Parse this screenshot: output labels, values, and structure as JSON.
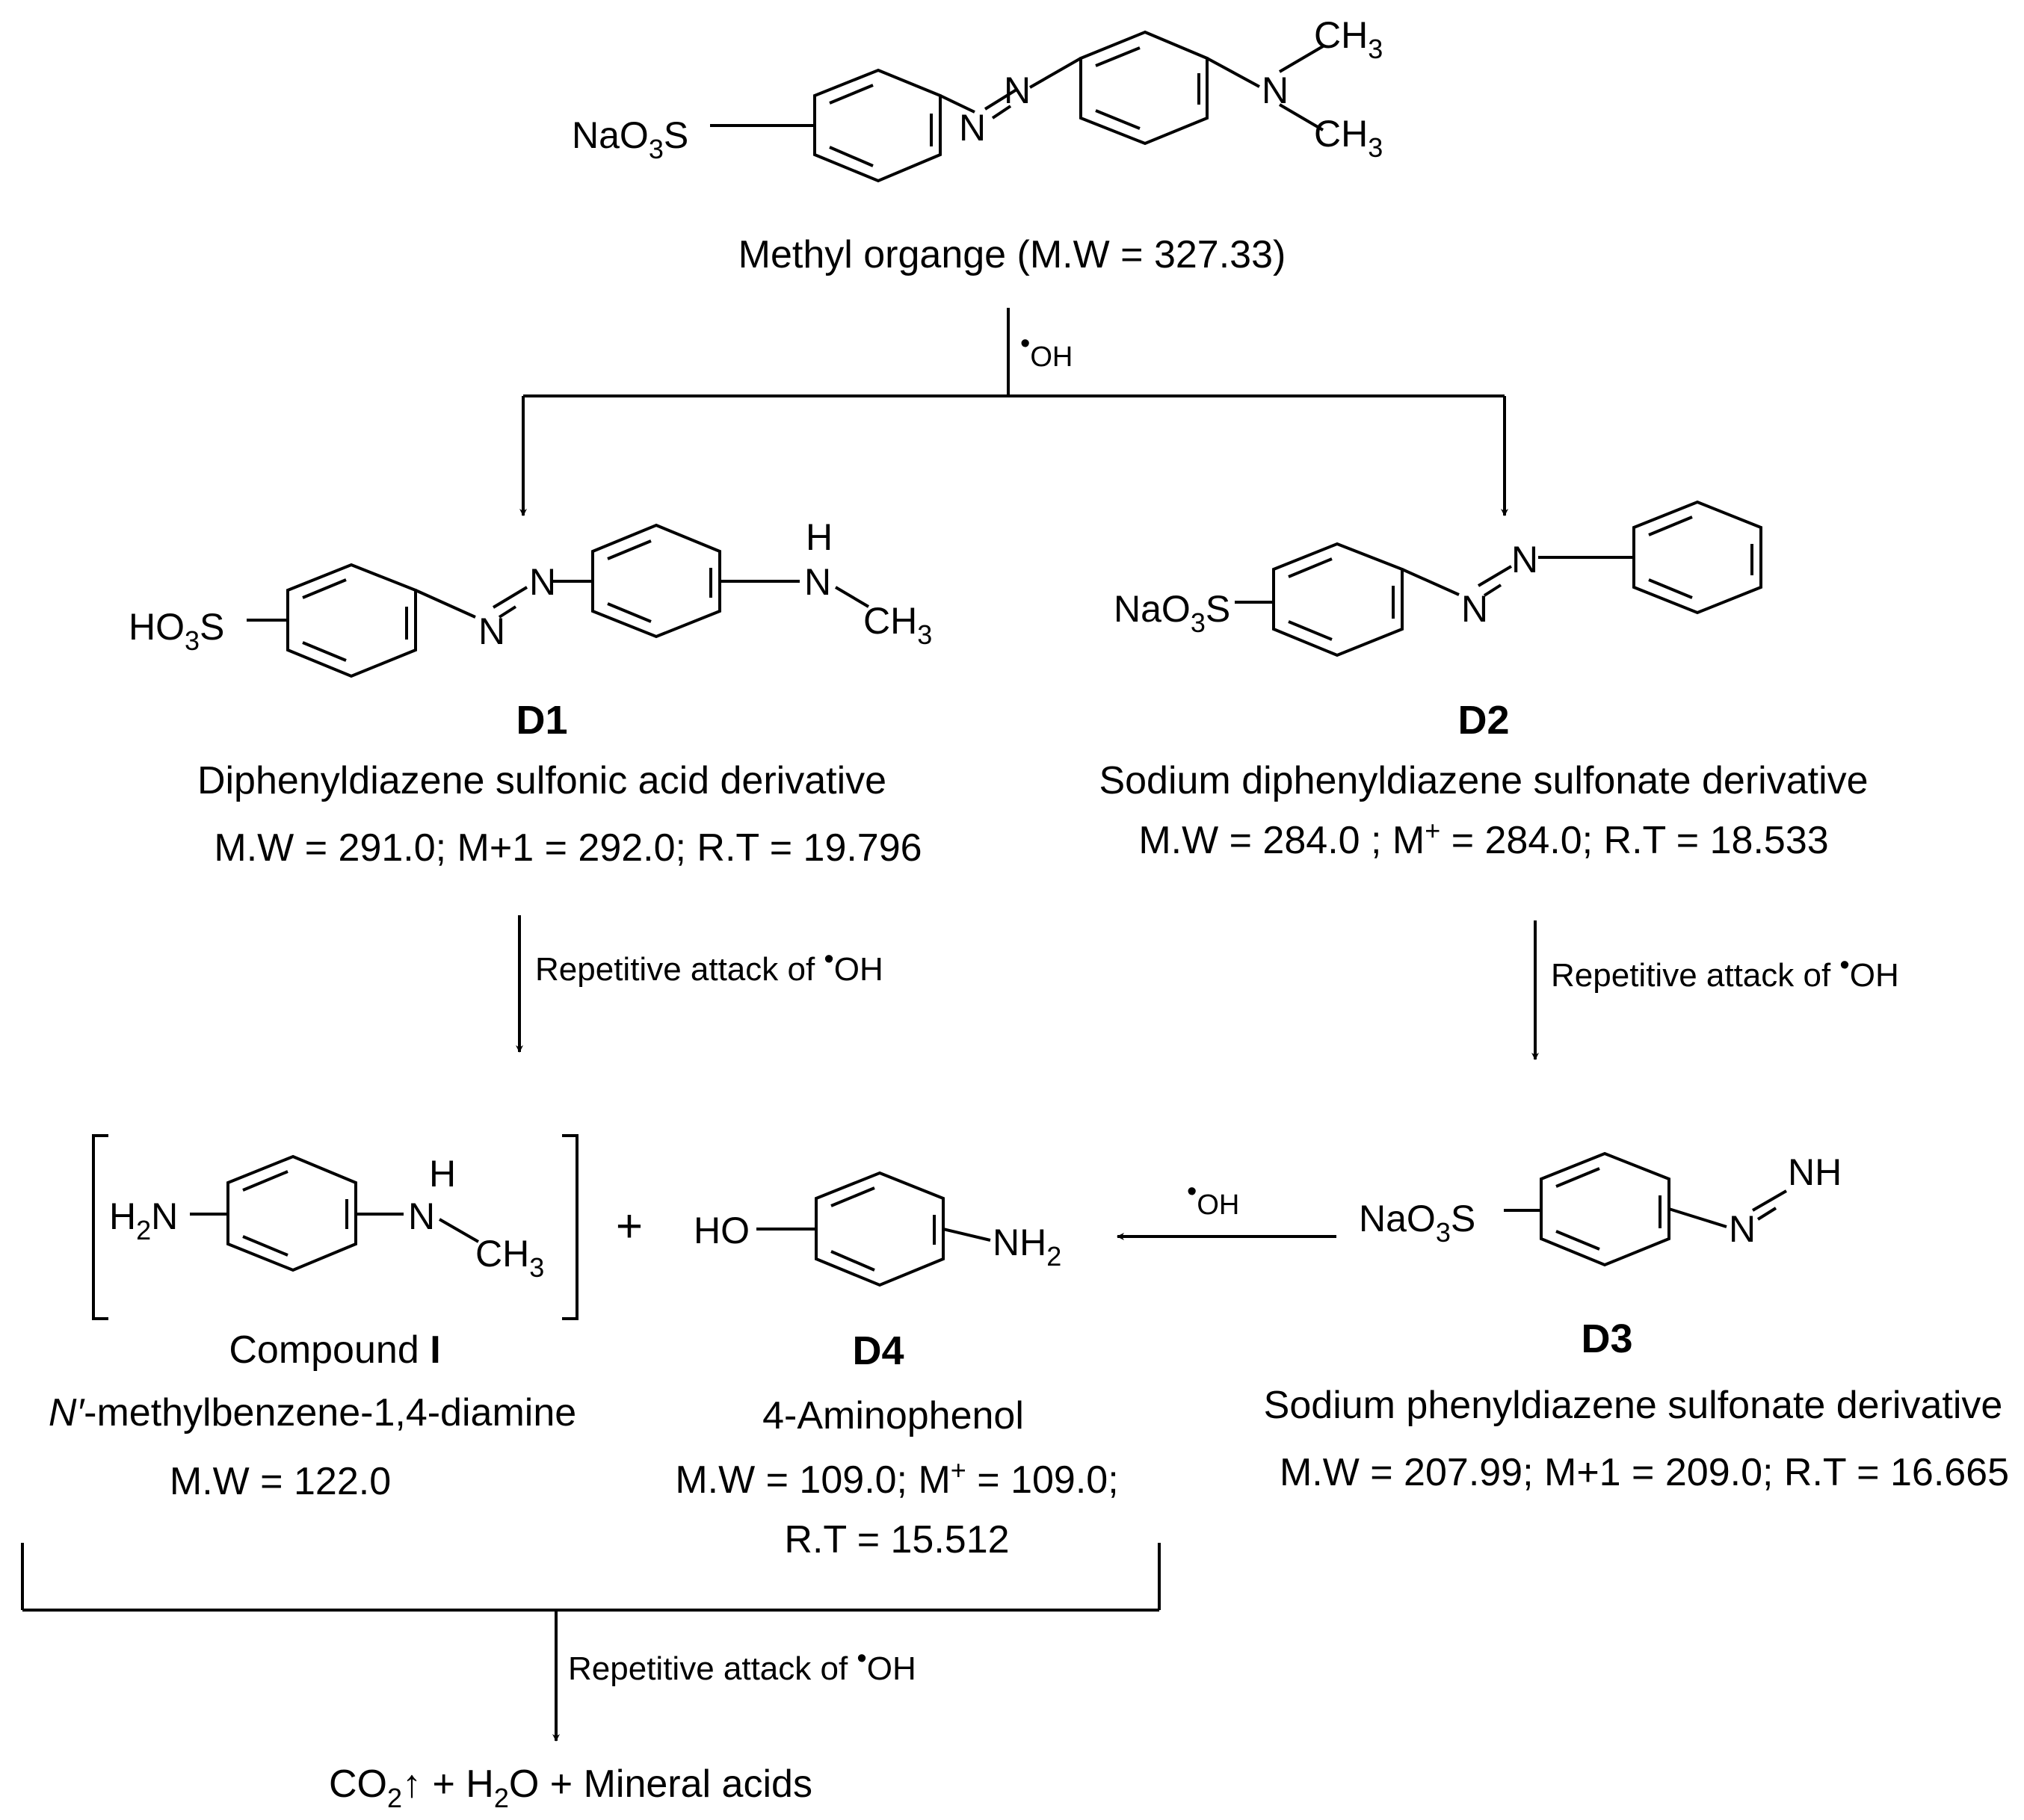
{
  "substrate": {
    "group_left": "NaO",
    "group_left_sub": "3",
    "group_left_s": "S",
    "ch3_top": "CH",
    "ch3_top_sub": "3",
    "ch3_bottom": "CH",
    "ch3_bottom_sub": "3",
    "n_dimethyl": "N",
    "azo_n1": "N",
    "azo_n2": "N",
    "caption": "Methyl organge (M.W = 327.33)"
  },
  "step1": {
    "radical": "•",
    "reagent": "OH"
  },
  "d1": {
    "group_left": "HO",
    "group_left_sub": "3",
    "group_left_s": "S",
    "azo_n1": "N",
    "azo_n2": "N",
    "nh_h": "H",
    "nh_n": "N",
    "ch3": "CH",
    "ch3_sub": "3",
    "id": "D1",
    "name": "Diphenyldiazene sulfonic acid derivative",
    "data": "M.W = 291.0; M+1 = 292.0; R.T = 19.796"
  },
  "d2": {
    "group_left": "NaO",
    "group_left_sub": "3",
    "group_left_s": "S",
    "azo_n1": "N",
    "azo_n2": "N",
    "id": "D2",
    "name": "Sodium diphenyldiazene sulfonate derivative",
    "data_prefix": "M.W = 284.0 ; M",
    "data_sup": "+",
    "data_suffix": " = 284.0; R.T = 18.533"
  },
  "step_d1": {
    "text": "Repetitive attack of ",
    "radical": "•",
    "reagent": "OH"
  },
  "step_d2": {
    "text": "Repetitive attack of ",
    "radical": "•",
    "reagent": "OH"
  },
  "d3": {
    "group_left": "NaO",
    "group_left_sub": "3",
    "group_left_s": "S",
    "azo_n": "N",
    "nh": "NH",
    "id": "D3",
    "name": "Sodium phenyldiazene sulfonate derivative",
    "data": "M.W = 207.99; M+1 = 209.0; R.T = 16.665"
  },
  "step_d3": {
    "radical": "•",
    "reagent": "OH"
  },
  "compound_i": {
    "h2n_h": "H",
    "h2n_sub": "2",
    "h2n_n": "N",
    "nh_h": "H",
    "nh_n": "N",
    "ch3": "CH",
    "ch3_sub": "3",
    "caption_text": "Compound ",
    "caption_id": "I",
    "name_italic": "N′",
    "name_rest": "-methylbenzene-1,4-diamine",
    "data": "M.W = 122.0"
  },
  "plus": "+",
  "d4": {
    "ho": "HO",
    "nh2": "NH",
    "nh2_sub": "2",
    "id": "D4",
    "name": "4-Aminophenol",
    "data_prefix": "M.W = 109.0; M",
    "data_sup": "+",
    "data_suffix": " = 109.0;",
    "rt": "R.T = 15.512"
  },
  "step_final": {
    "text": "Repetitive attack of ",
    "radical": "•",
    "reagent": "OH"
  },
  "products": {
    "co": "CO",
    "co_sub": "2",
    "arrow": "↑",
    "mid": " + H",
    "h2o_sub": "2",
    "end": "O + Mineral acids"
  }
}
